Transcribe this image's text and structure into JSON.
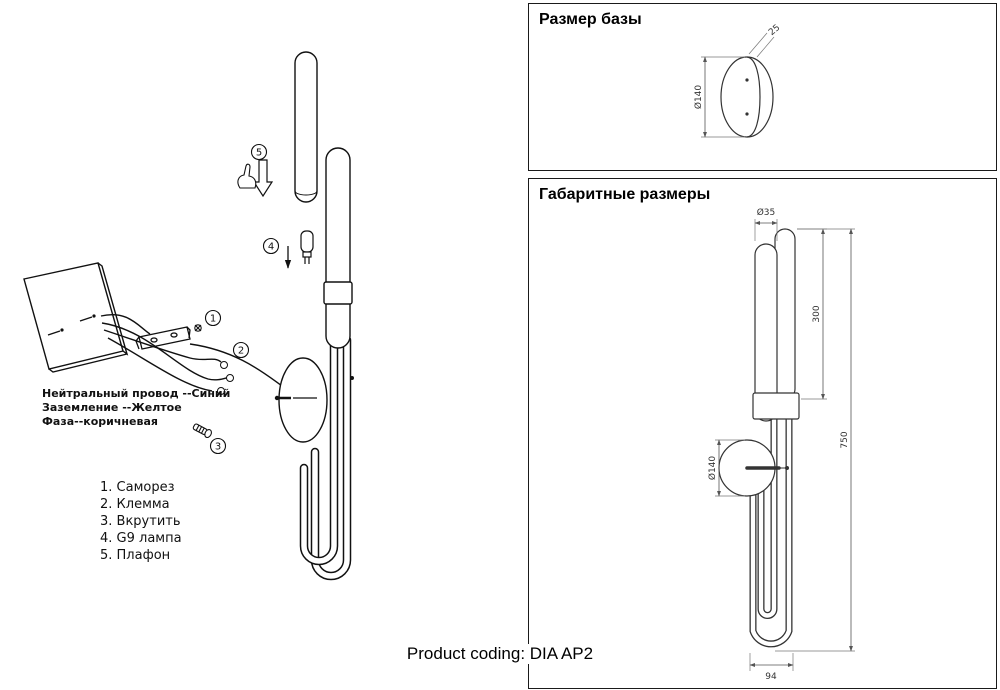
{
  "product_coding": "Product coding: DIA AP2",
  "assembly": {
    "wire_labels": [
      "Нейтральный провод --Синий",
      "Заземление --Желтое",
      "Фаза--коричневая"
    ],
    "parts": [
      "1. Саморез",
      "2. Клемма",
      "3. Вкрутить",
      "4. G9 лампа",
      "5. Плафон"
    ],
    "callouts": [
      "1",
      "2",
      "3",
      "4",
      "5"
    ]
  },
  "base_panel": {
    "title": "Размер базы",
    "diameter": "Ø140",
    "depth": "25"
  },
  "dims_panel": {
    "title": "Габаритные размеры",
    "tube_diameter": "Ø35",
    "tube_length": "300",
    "total_height": "750",
    "base_diameter": "Ø140",
    "base_width": "94"
  }
}
